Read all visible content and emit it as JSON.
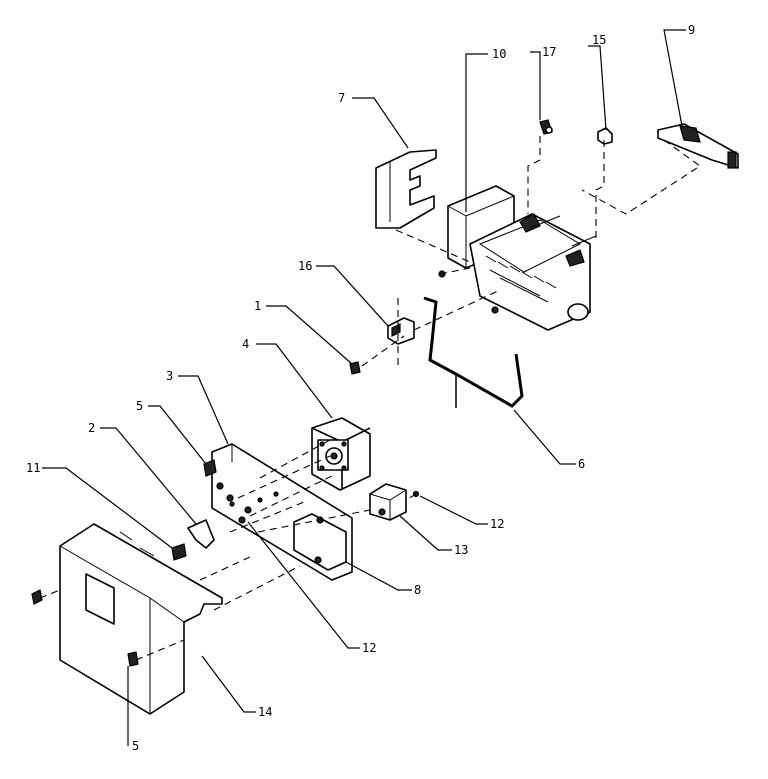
{
  "labels": {
    "c1": "1",
    "c2": "2",
    "c3": "3",
    "c4": "4",
    "c5a": "5",
    "c5b": "5",
    "c6": "6",
    "c7": "7",
    "c8": "8",
    "c9": "9",
    "c10": "10",
    "c11": "11",
    "c12a": "12",
    "c12b": "12",
    "c13": "13",
    "c14": "14",
    "c15": "15",
    "c16": "16",
    "c17": "17"
  }
}
